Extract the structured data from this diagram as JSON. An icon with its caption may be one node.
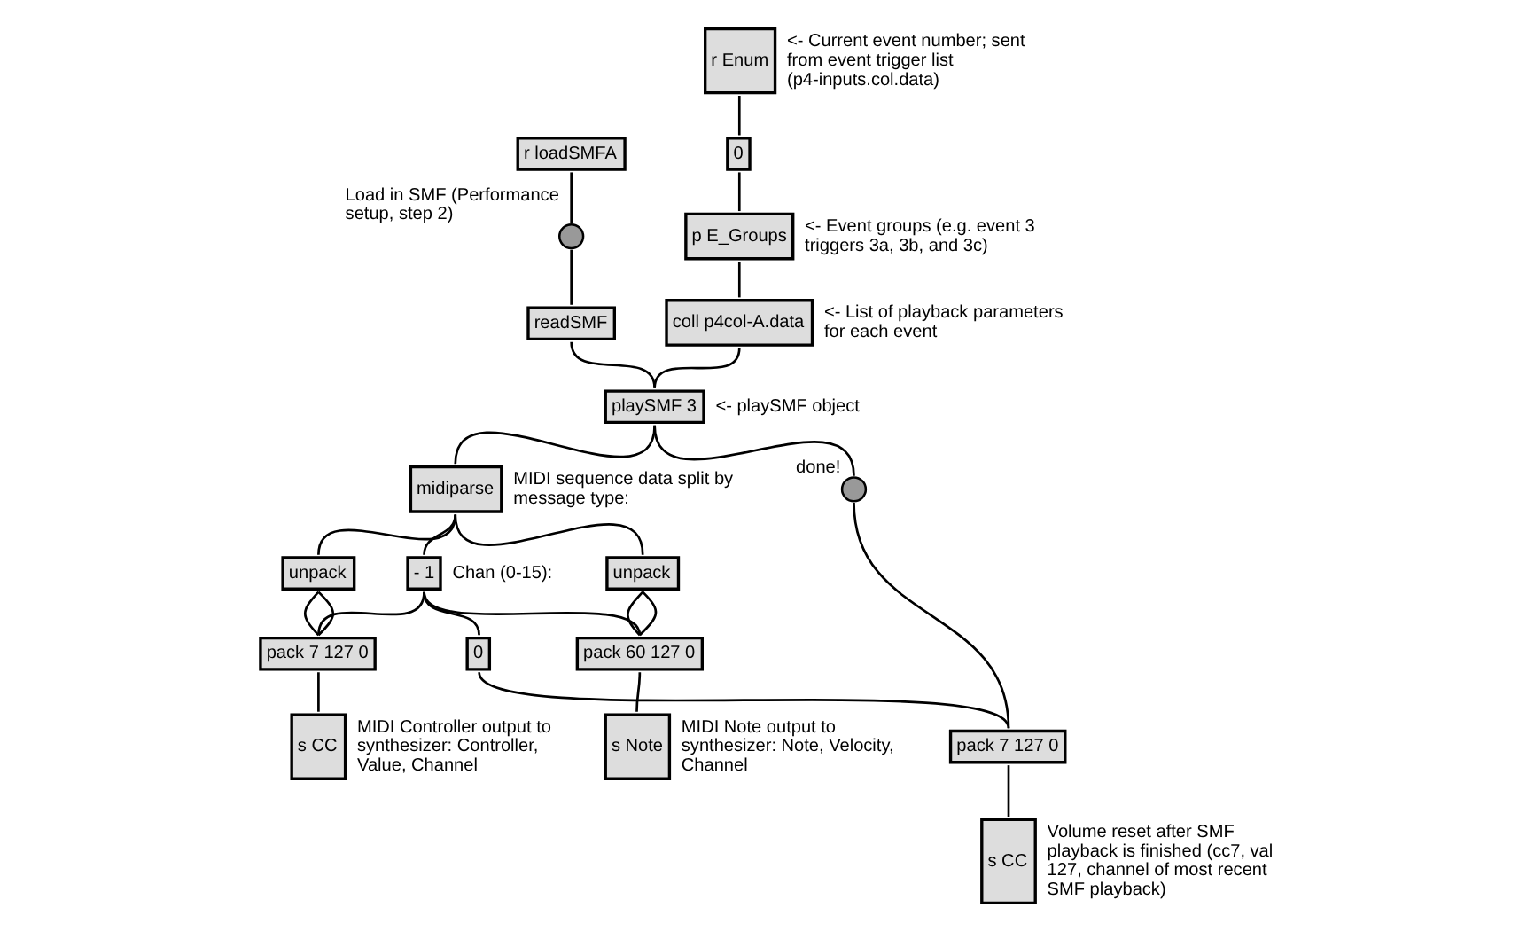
{
  "diagram": {
    "nodes": [
      {
        "text": [
          "r loadSMFA"
        ]
      },
      {
        "text": [],
        "shape": "circle",
        "beside": [
          "Load in SMF (Performance setup, step 2)"
        ]
      },
      {
        "text": [
          "readSMF"
        ]
      },
      {
        "text": [
          "r Enum"
        ],
        "beside": [
          "<- Current event number; sent from event trigger list (p4-inputs.col.data)"
        ]
      },
      {
        "text": [
          "0"
        ]
      },
      {
        "text": [
          "p E_Groups"
        ],
        "beside": [
          "<- Event groups (e.g. event 3 triggers 3a, 3b, and 3c)"
        ]
      },
      {
        "text": [
          "coll p4col-A.data"
        ],
        "beside": [
          "<- List of playback parameters for each event"
        ]
      },
      {
        "text": [
          "playSMF 3"
        ],
        "beside": [
          "<- playSMF object"
        ]
      },
      {
        "text": [
          "midiparse"
        ],
        "beside": [
          "MIDI sequence data split by message type:"
        ]
      },
      {
        "text": [
          "unpack"
        ]
      },
      {
        "text": [
          "- 1"
        ],
        "beside": [
          "Chan (0-15):"
        ]
      },
      {
        "text": [
          "pack 7 127 0"
        ]
      },
      {
        "text": [
          "s CC"
        ],
        "beside": [
          "MIDI Controller output to synthesizer: Controller, Value, Channel"
        ]
      },
      {
        "text": [
          "unpack"
        ]
      },
      {
        "text": [
          "pack 60 127 0"
        ]
      },
      {
        "text": [
          "s Note"
        ],
        "beside": [
          "MIDI Note output to synthesizer: Note, Velocity, Channel"
        ]
      },
      {
        "text": [],
        "shape": "circle",
        "beside": [
          "done!"
        ]
      },
      {
        "text": [
          "0"
        ]
      },
      {
        "text": [
          "pack 7 127 0"
        ]
      },
      {
        "text": [
          "s CC"
        ],
        "beside": [
          "Volume reset after SMF playback is finished (cc7, val 127, channel of most recent SMF playback)"
        ]
      }
    ],
    "edges": [
      {
        "from": 0,
        "to": 1,
        "arrow": "none"
      },
      {
        "from": 1,
        "to": 2,
        "arrow": "none"
      },
      {
        "from": 2,
        "to": 7,
        "arrow": "none"
      },
      {
        "from": 3,
        "to": 4,
        "arrow": "none"
      },
      {
        "from": 4,
        "to": 5,
        "arrow": "none"
      },
      {
        "from": 5,
        "to": 6,
        "arrow": "none"
      },
      {
        "from": 6,
        "to": 7,
        "arrow": "none"
      },
      {
        "from": 7,
        "to": 8,
        "arrow": "none"
      },
      {
        "from": 7,
        "to": 16,
        "arrow": "none"
      },
      {
        "from": 8,
        "to": 9,
        "arrow": "none"
      },
      {
        "from": 8,
        "to": 10,
        "arrow": "none"
      },
      {
        "from": 8,
        "to": 13,
        "arrow": "none"
      },
      {
        "from": 9,
        "to": 11,
        "arrow": "none"
      },
      {
        "from": 9,
        "to": 11,
        "arrow": "none"
      },
      {
        "from": 10,
        "to": 11,
        "arrow": "none"
      },
      {
        "from": 10,
        "to": 14,
        "arrow": "none"
      },
      {
        "from": 10,
        "to": 17,
        "arrow": "none"
      },
      {
        "from": 11,
        "to": 12,
        "arrow": "none"
      },
      {
        "from": 13,
        "to": 14,
        "arrow": "none"
      },
      {
        "from": 13,
        "to": 14,
        "arrow": "none"
      },
      {
        "from": 14,
        "to": 15,
        "arrow": "none"
      },
      {
        "from": 16,
        "to": 18,
        "arrow": "none"
      },
      {
        "from": 17,
        "to": 18,
        "arrow": "none"
      },
      {
        "from": 18,
        "to": 19,
        "arrow": "none"
      }
    ]
  }
}
